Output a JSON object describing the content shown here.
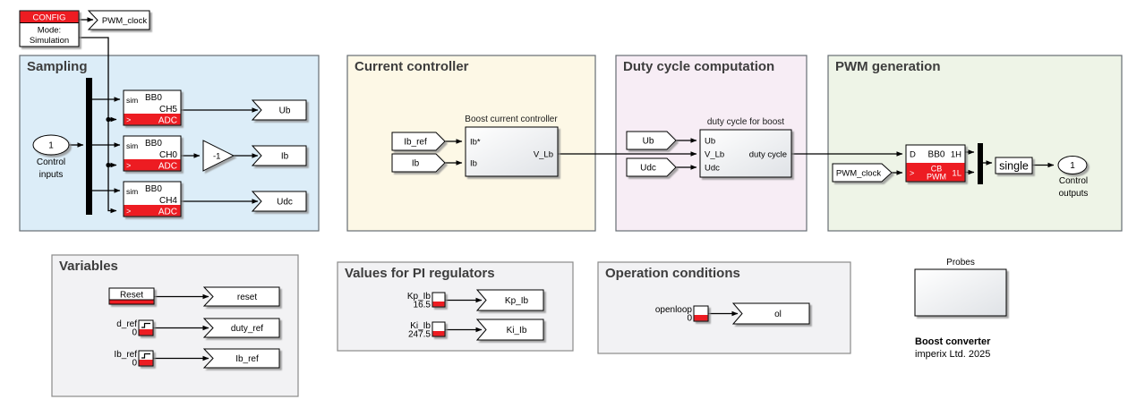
{
  "config_block": {
    "header": "CONFIG",
    "mode_line1": "Mode:",
    "mode_line2": "Simulation"
  },
  "pwm_clock_goto": {
    "label": "PWM_clock"
  },
  "sampling": {
    "title": "Sampling",
    "input_port": {
      "number": "1",
      "label1": "Control",
      "label2": "inputs"
    },
    "adc1": {
      "sim": "sim",
      "board": "BB0",
      "channel": "CH5",
      "trigger": ">",
      "name": "ADC"
    },
    "adc2": {
      "sim": "sim",
      "board": "BB0",
      "channel": "CH0",
      "trigger": ">",
      "name": "ADC"
    },
    "adc3": {
      "sim": "sim",
      "board": "BB0",
      "channel": "CH4",
      "trigger": ">",
      "name": "ADC"
    },
    "gain": "-1",
    "goto_ub": "Ub",
    "goto_ib": "Ib",
    "goto_udc": "Udc"
  },
  "current_controller": {
    "title": "Current controller",
    "from_ib_ref": "Ib_ref",
    "from_ib": "Ib",
    "block_name": "Boost current controller",
    "port_in1": "Ib*",
    "port_in2": "Ib",
    "port_out": "V_Lb"
  },
  "duty_cycle": {
    "title": "Duty cycle computation",
    "from_ub": "Ub",
    "from_udc": "Udc",
    "block_name": "duty cycle for boost",
    "port_in1": "Ub",
    "port_in2": "V_Lb",
    "port_in3": "Udc",
    "port_out": "duty cycle"
  },
  "pwm_generation": {
    "title": "PWM generation",
    "from_pwm_clock": "PWM_clock",
    "pwm_block": {
      "in_d": "D",
      "board": "BB0",
      "out_h": "1H",
      "trigger": ">",
      "line1": "CB",
      "line2": "PWM",
      "out_l": "1L"
    },
    "cast_label": "single",
    "output_port": {
      "number": "1",
      "label1": "Control",
      "label2": "outputs"
    }
  },
  "variables": {
    "title": "Variables",
    "reset_label": "Reset",
    "param1": {
      "name": "d_ref",
      "value": "0"
    },
    "param2": {
      "name": "Ib_ref",
      "value": "0"
    },
    "goto_reset": "reset",
    "goto_duty_ref": "duty_ref",
    "goto_ib_ref": "Ib_ref"
  },
  "pi_regulators": {
    "title": "Values for PI regulators",
    "param1": {
      "name": "Kp_Ib",
      "value": "16.5"
    },
    "param2": {
      "name": "Ki_Ib",
      "value": "247.5"
    },
    "goto_kp": "Kp_Ib",
    "goto_ki": "Ki_Ib"
  },
  "operation_conditions": {
    "title": "Operation conditions",
    "param1": {
      "name": "openloop",
      "value": "0"
    },
    "goto_ol": "ol"
  },
  "probes_label": "Probes",
  "footer": {
    "title": "Boost converter",
    "subtitle": "imperix Ltd. 2025"
  },
  "colors": {
    "accent_red": "#ED1C24",
    "sampling_bg": "#dcedf8",
    "controller_bg": "#fdf8e6",
    "duty_bg": "#f7edf5",
    "pwm_bg": "#eef4e7",
    "gray_bg": "#f2f2f4",
    "section_border": "#666d73",
    "title_text": "#3d3d3d"
  }
}
